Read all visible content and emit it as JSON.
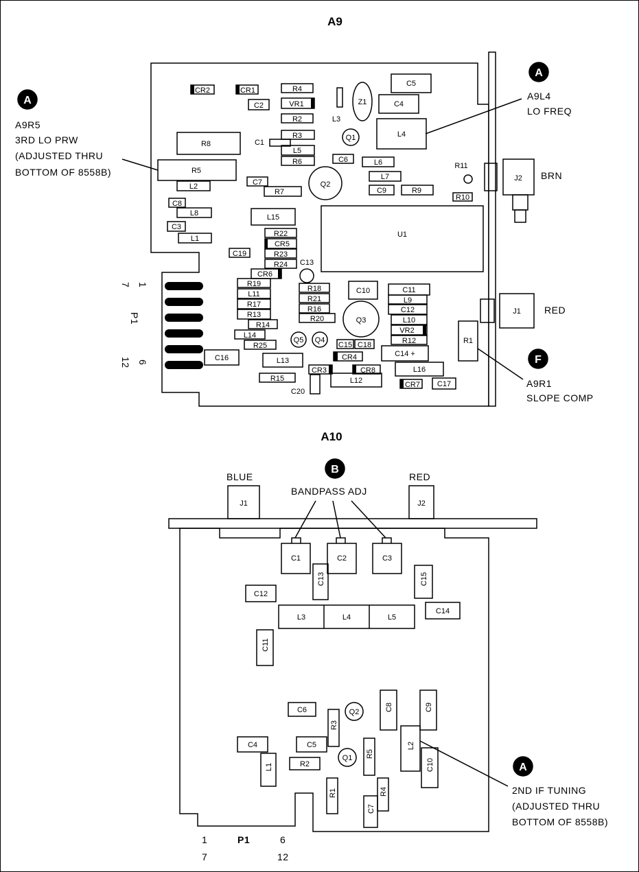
{
  "a9": {
    "title": "A9",
    "callouts": {
      "r5": {
        "badge": "A",
        "lines": [
          "A9R5",
          "3RD LO PRW",
          "(ADJUSTED THRU",
          "BOTTOM OF 8558B)"
        ]
      },
      "l4": {
        "badge": "A",
        "lines": [
          "A9L4",
          "LO FREQ"
        ]
      },
      "r1": {
        "badge": "F",
        "lines": [
          "A9R1",
          "SLOPE COMP"
        ]
      }
    },
    "connectors": {
      "j2": "J2",
      "j2_color": "BRN",
      "j1": "J1",
      "j1_color": "RED"
    },
    "p1": {
      "label": "P1",
      "pins_left": [
        "1",
        "7"
      ],
      "pins_right": [
        "6",
        "12"
      ]
    },
    "components": {
      "cr2": "CR2",
      "cr1": "CR1",
      "r4": "R4",
      "vr1": "VR1",
      "c2": "C2",
      "r2": "R2",
      "l3": "L3",
      "z1": "Z1",
      "c5": "C5",
      "c4": "C4",
      "q1": "Q1",
      "l4": "L4",
      "r3": "R3",
      "c1": "C1",
      "r8": "R8",
      "l5": "L5",
      "r6": "R6",
      "c6": "C6",
      "l6": "L6",
      "r11": "R11",
      "r5": "R5",
      "q2": "Q2",
      "l7": "L7",
      "c7": "C7",
      "l2": "L2",
      "r7": "R7",
      "c9": "C9",
      "r9": "R9",
      "r10": "R10",
      "c8": "C8",
      "l8": "L8",
      "l15": "L15",
      "c3": "C3",
      "l1": "L1",
      "r22": "R22",
      "cr5": "CR5",
      "u1": "U1",
      "c19": "C19",
      "r23": "R23",
      "r24": "R24",
      "c13": "C13",
      "cr6": "CR6",
      "r19": "R19",
      "r18": "R18",
      "c10": "C10",
      "c11": "C11",
      "l11": "L11",
      "r21": "R21",
      "l9": "L9",
      "r17": "R17",
      "r16": "R16",
      "c12": "C12",
      "r13": "R13",
      "r20": "R20",
      "q3": "Q3",
      "l10": "L10",
      "r14": "R14",
      "vr2": "VR2",
      "r1": "R1",
      "l14": "L14",
      "q5": "Q5",
      "q4": "Q4",
      "c15": "C15",
      "c18": "C18",
      "r12": "R12",
      "r25": "R25",
      "c16": "C16",
      "cr4": "CR4",
      "c14": "C14 +",
      "l13": "L13",
      "cr3": "CR3",
      "cr8": "CR8",
      "l16": "L16",
      "r15": "R15",
      "l12": "L12",
      "c20": "C20",
      "cr7": "CR7",
      "c17": "C17"
    }
  },
  "a10": {
    "title": "A10",
    "callouts": {
      "bandpass": {
        "badge": "B",
        "lines": [
          "BANDPASS ADJ"
        ]
      },
      "if": {
        "badge": "A",
        "lines": [
          "2ND IF TUNING",
          "(ADJUSTED THRU",
          "BOTTOM OF 8558B)"
        ]
      }
    },
    "connectors": {
      "j1": "J1",
      "j1_color": "BLUE",
      "j2": "J2",
      "j2_color": "RED"
    },
    "p1": {
      "label": "P1",
      "pins_left": [
        "1",
        "7"
      ],
      "pins_right": [
        "6",
        "12"
      ]
    },
    "components": {
      "c1": "C1",
      "c2": "C2",
      "c3": "C3",
      "c13": "C13",
      "c15": "C15",
      "c12": "C12",
      "l3": "L3",
      "l4": "L4",
      "l5": "L5",
      "c14": "C14",
      "c11": "C11",
      "c6": "C6",
      "q2": "Q2",
      "c8": "C8",
      "c9": "C9",
      "r3": "R3",
      "c4": "C4",
      "c5": "C5",
      "l2": "L2",
      "l1": "L1",
      "r2": "R2",
      "q1": "Q1",
      "r5": "R5",
      "c10": "C10",
      "r1": "R1",
      "r4": "R4",
      "c7": "C7"
    }
  }
}
